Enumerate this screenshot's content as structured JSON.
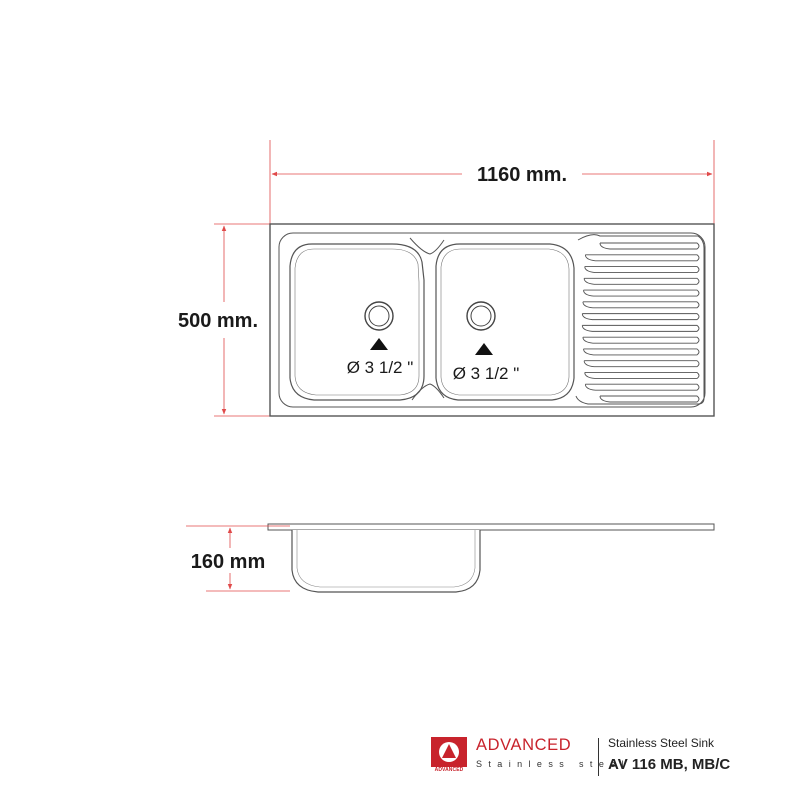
{
  "dimensions": {
    "width_label": "1160 mm.",
    "height_label": "500 mm.",
    "depth_label": "160 mm"
  },
  "drains": [
    {
      "label": "Ø 3 1/2 \""
    },
    {
      "label": "Ø 3 1/2 \""
    }
  ],
  "brand": {
    "name": "ADVANCED",
    "tagline": "Stainless steel",
    "logo_text": "ADVANCED"
  },
  "product": {
    "type": "Stainless Steel Sink",
    "model": "AV 116 MB, MB/C"
  },
  "colors": {
    "dimension_line": "#e04a4a",
    "brand": "#c8232c",
    "outline": "#555555"
  }
}
